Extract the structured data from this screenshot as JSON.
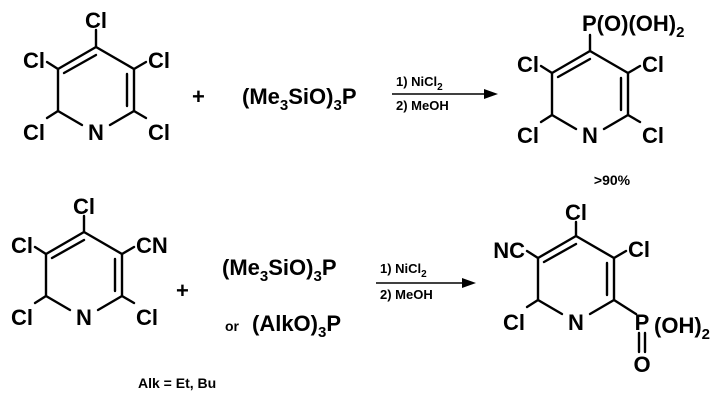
{
  "atoms": {
    "cl": "Cl",
    "n": "N",
    "cn": "CN",
    "nc": "NC",
    "p": "P",
    "o": "O",
    "plus": "+"
  },
  "reaction1": {
    "reagent_prefix": "(Me",
    "reagent_sub3": "3",
    "reagent_mid": "SiO)",
    "reagent_sub3b": "3",
    "reagent_suffix": "P",
    "cond1_prefix": "1) NiCl",
    "cond1_sub": "2",
    "cond2": "2) MeOH",
    "product_group_prefix": "P(O)(OH)",
    "product_group_sub": "2",
    "yield": ">90%"
  },
  "reaction2": {
    "reagent_prefix": "(Me",
    "reagent_sub3": "3",
    "reagent_mid": "SiO)",
    "reagent_sub3b": "3",
    "reagent_suffix": "P",
    "or_label": "or",
    "alt_prefix": "(AlkO)",
    "alt_sub": "3",
    "alt_suffix": "P",
    "cond1_prefix": "1) NiCl",
    "cond1_sub": "2",
    "cond2": "2) MeOH",
    "product_group_prefix": "(OH)",
    "product_group_sub": "2"
  },
  "footnote": "Alk = Et, Bu"
}
